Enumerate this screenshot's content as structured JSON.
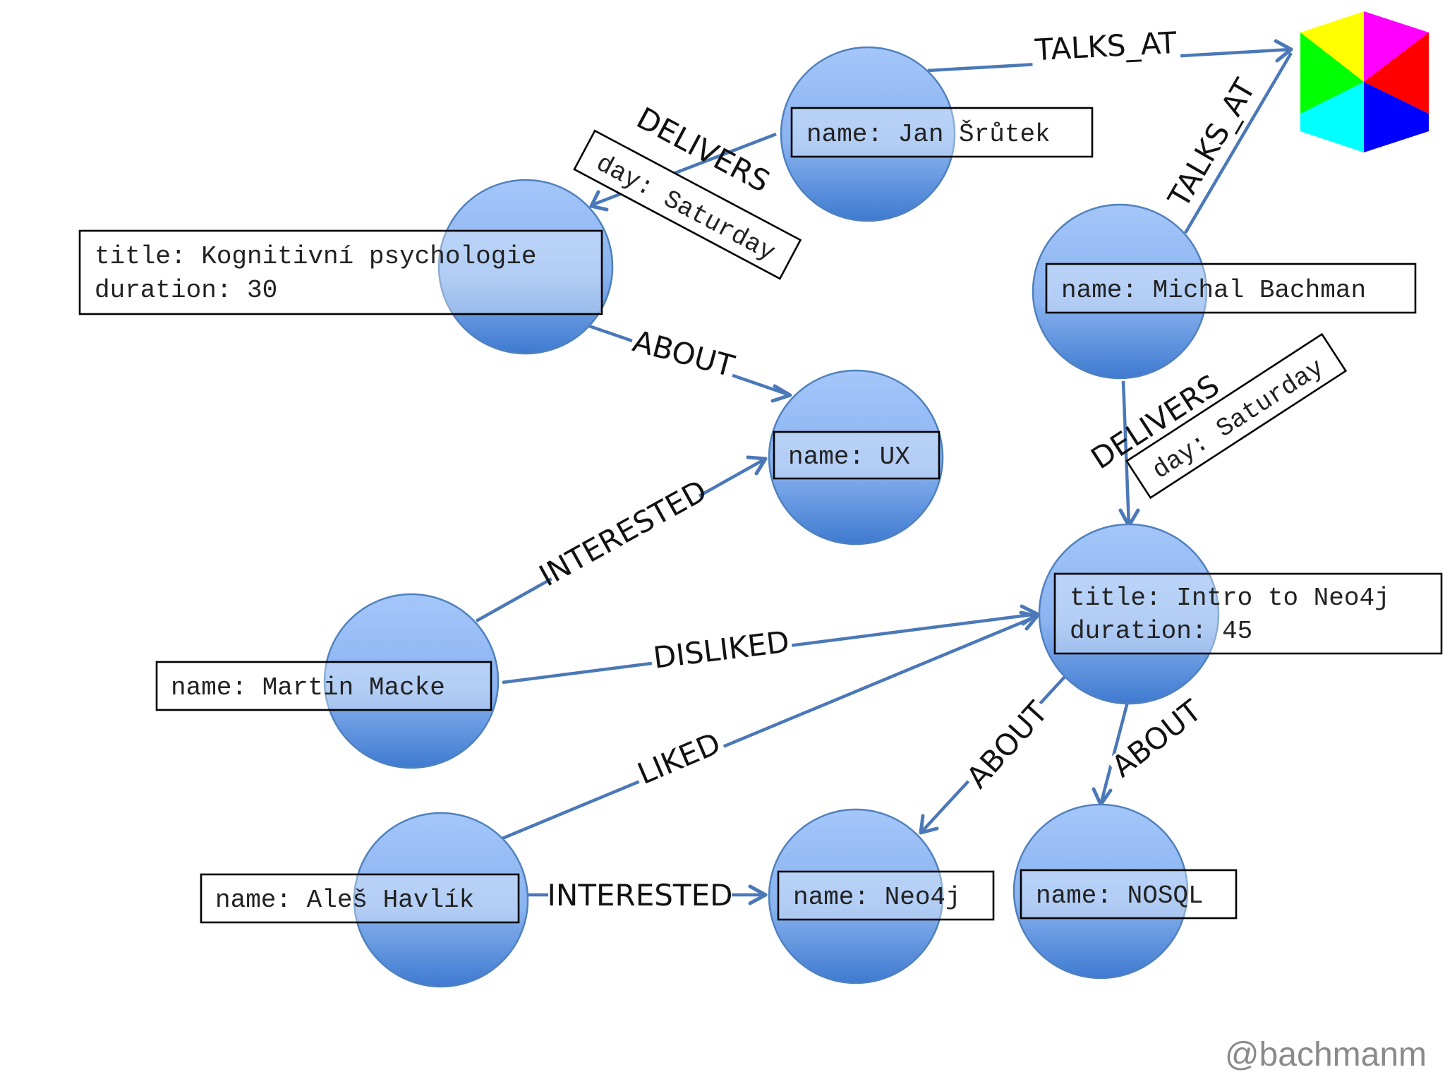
{
  "nodes": {
    "jan": {
      "props": [
        "name: Jan Šrůtek"
      ]
    },
    "kognitivni": {
      "props": [
        "title: Kognitivní psychologie",
        "duration: 30"
      ]
    },
    "michal": {
      "props": [
        "name: Michal Bachman"
      ]
    },
    "ux": {
      "props": [
        "name: UX"
      ]
    },
    "martin": {
      "props": [
        "name: Martin Macke"
      ]
    },
    "intro": {
      "props": [
        "title: Intro to Neo4j",
        "duration: 45"
      ]
    },
    "ales": {
      "props": [
        "name: Aleš Havlík"
      ]
    },
    "neo4j": {
      "props": [
        "name: Neo4j"
      ]
    },
    "nosql": {
      "props": [
        "name: NOSQL"
      ]
    }
  },
  "edges": {
    "jan_talks_at": {
      "label": "TALKS_AT"
    },
    "michal_talks_at": {
      "label": "TALKS_AT"
    },
    "jan_delivers": {
      "label": "DELIVERS",
      "prop": "day: Saturday"
    },
    "michal_delivers": {
      "label": "DELIVERS",
      "prop": "day: Saturday"
    },
    "kognitivni_about": {
      "label": "ABOUT"
    },
    "martin_interested": {
      "label": "INTERESTED"
    },
    "martin_disliked": {
      "label": "DISLIKED"
    },
    "ales_liked": {
      "label": "LIKED"
    },
    "ales_interested": {
      "label": "INTERESTED"
    },
    "intro_about_neo4j": {
      "label": "ABOUT"
    },
    "intro_about_nosql": {
      "label": "ABOUT"
    }
  },
  "colors": {
    "node_top": "#a4c6fa",
    "node_bottom": "#3f7ad0",
    "edge": "#4a78b8",
    "logo": [
      "#ffff00",
      "#ff00ff",
      "#00ff00",
      "#ff0000",
      "#00ffff",
      "#0000ff"
    ]
  },
  "logo": {
    "icon": "rgb-cube-logo-icon"
  },
  "watermark": "@bachmanm"
}
